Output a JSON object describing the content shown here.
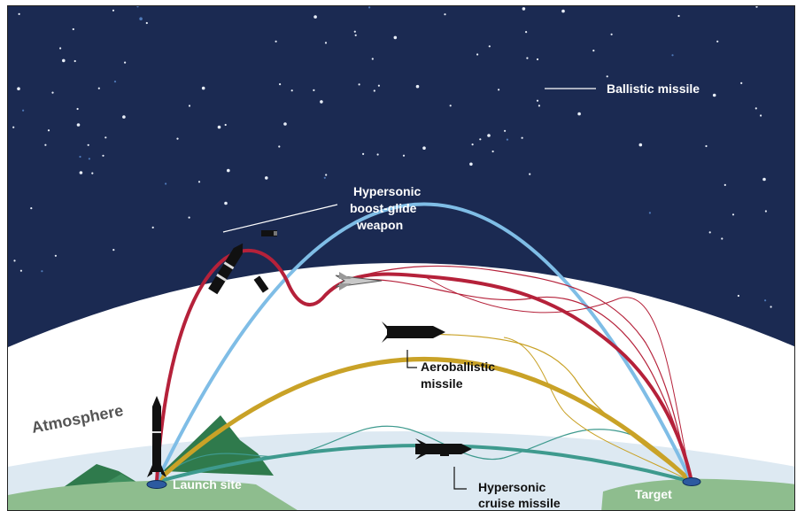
{
  "labels": {
    "ballistic": "Ballistic missile",
    "boost_glide_line1": "Hypersonic",
    "boost_glide_line2": "boost-glide",
    "boost_glide_line3": "weapon",
    "aeroballistic_line1": "Aeroballistic",
    "aeroballistic_line2": "missile",
    "cruise_line1": "Hypersonic",
    "cruise_line2": "cruise missile",
    "atmosphere": "Atmosphere",
    "launch_site": "Launch site",
    "target": "Target"
  },
  "colors": {
    "space": "#1b2a52",
    "atmosphere": "#e4edf5",
    "ground": "#8ebd8e",
    "mountains": "#2f7a4c",
    "ballistic": "#7fbde6",
    "boost_glide": "#b5213a",
    "aeroballistic": "#c9a227",
    "cruise": "#3e9a8e",
    "site_marker": "#2c5aa0"
  },
  "icons": [
    "rocket-icon",
    "glide-vehicle-icon",
    "aeroballistic-missile-icon",
    "cruise-missile-icon"
  ]
}
